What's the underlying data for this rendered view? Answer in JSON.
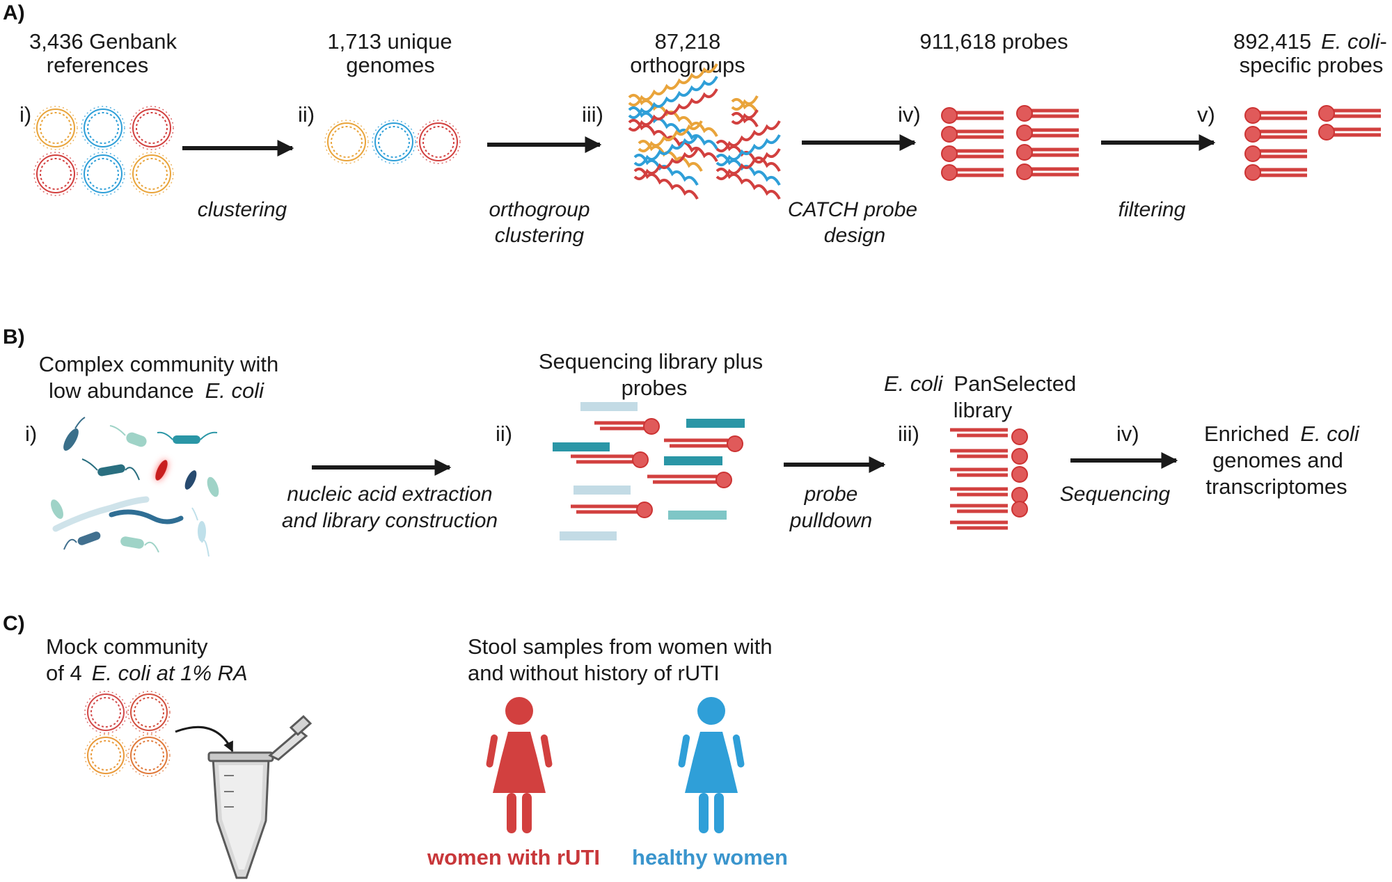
{
  "panels": {
    "a": "A)",
    "b": "B)",
    "c": "C)"
  },
  "section_a": {
    "steps": [
      {
        "numeral": "i)",
        "line1": "3,436 Genbank",
        "line2": "references"
      },
      {
        "numeral": "ii)",
        "line1": "1,713 unique",
        "line2": "genomes"
      },
      {
        "numeral": "iii)",
        "line1": "87,218",
        "line2": "orthogroups"
      },
      {
        "numeral": "iv)",
        "line1": "911,618 probes",
        "line2": ""
      },
      {
        "numeral": "v)",
        "line1": "892,415",
        "line1_italic": "E. coli",
        "line1_suffix": "-",
        "line2": "specific probes"
      }
    ],
    "arrows": [
      {
        "line1": "clustering",
        "line2": ""
      },
      {
        "line1": "orthogroup",
        "line2": "clustering"
      },
      {
        "line1": "CATCH probe",
        "line2": "design"
      },
      {
        "line1": "filtering",
        "line2": ""
      }
    ]
  },
  "section_b": {
    "step1": {
      "numeral": "i)",
      "line1": "Complex community with",
      "line2_text": "low abundance",
      "line2_italic": "E. coli"
    },
    "step2": {
      "numeral": "ii)",
      "line1": "Sequencing library plus",
      "line2": "probes"
    },
    "step3": {
      "numeral": "iii)",
      "line1_italic": "E. coli",
      "line1_text": "PanSelected",
      "line2": "library"
    },
    "step4": {
      "numeral": "iv)",
      "line1_text": "Enriched",
      "line1_italic": "E. coli",
      "line2": "genomes and",
      "line3": "transcriptomes"
    },
    "arrows": [
      {
        "line1": "nucleic acid extraction",
        "line2": "and library construction"
      },
      {
        "line1": "probe",
        "line2": "pulldown"
      },
      {
        "line1": "Sequencing",
        "line2": ""
      }
    ]
  },
  "section_c": {
    "mock": {
      "line1": "Mock community",
      "line2_text": "of 4",
      "line2_italic": "E. coli at 1% RA"
    },
    "stool": {
      "line1": "Stool samples from women with",
      "line2": "and without history of rUTI"
    },
    "legend": [
      {
        "label": "women with rUTI",
        "color": "#c8373a"
      },
      {
        "label": "healthy women",
        "color": "#3a95cd"
      }
    ]
  },
  "colors": {
    "red": "#d2403f",
    "blue": "#2f9fd8",
    "orange": "#e9a43b",
    "teal": "#2a96a6",
    "arrow": "#1a1a1a"
  }
}
